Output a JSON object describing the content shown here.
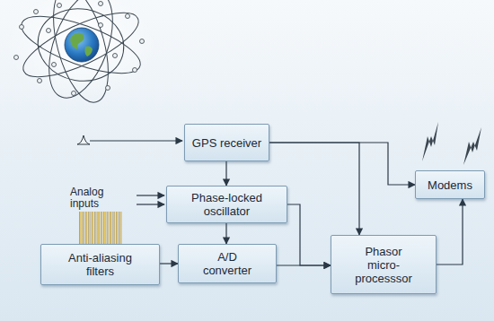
{
  "diagram": {
    "nodes": [
      {
        "text": [
          "GPS receiver"
        ]
      },
      {
        "text": [
          "Modems"
        ]
      },
      {
        "text": [
          "Phase-locked oscillator"
        ]
      },
      {
        "text": [
          "Anti-aliasing filters"
        ]
      },
      {
        "text": [
          "A/D converter"
        ]
      },
      {
        "text": [
          "Phasor micro- processsor"
        ]
      }
    ],
    "edges": [
      {
        "from": 0,
        "to": 1,
        "arrow": "to"
      },
      {
        "from": 0,
        "to": 5,
        "arrow": "to"
      },
      {
        "from": 0,
        "to": 2,
        "arrow": "to"
      },
      {
        "from": 2,
        "to": 4,
        "arrow": "to"
      },
      {
        "from": 2,
        "to": 5,
        "arrow": "to"
      },
      {
        "from": 3,
        "to": 4,
        "arrow": "to"
      },
      {
        "from": 4,
        "to": 5,
        "arrow": "to"
      },
      {
        "from": 5,
        "to": 1,
        "arrow": "to"
      }
    ],
    "labels": [
      "Analog inputs"
    ]
  }
}
